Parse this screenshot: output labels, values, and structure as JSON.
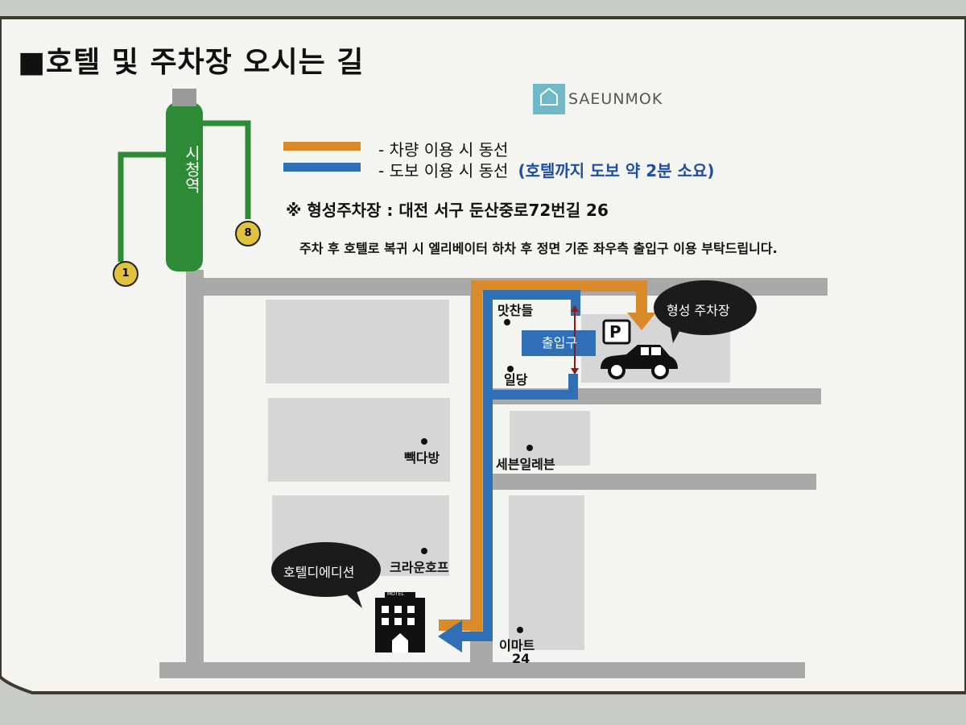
{
  "title": "■호텔 및 주차장 오시는 길",
  "brand": {
    "text": "SAEUNMOK",
    "icon": "house-logo-icon"
  },
  "legend": {
    "car": {
      "label": "- 차량 이용 시 동선",
      "color": "#d98a2b"
    },
    "walk": {
      "label": "- 도보 이용 시 동선",
      "note": "(호텔까지 도보 약 2분 소요)",
      "color": "#2e6fb6"
    }
  },
  "parking_address": "※ 형성주차장 : 대전 서구 둔산중로72번길 26",
  "notice": "주차 후 호텔로 복귀 시 엘리베이터 하차 후 정면 기준 좌우측 출입구 이용 부탁드립니다.",
  "station": {
    "name": "시청역",
    "exits": [
      "1",
      "8"
    ],
    "line_color": "#2e8b35"
  },
  "pois": {
    "matchandle": "맛찬들",
    "ildang": "일당",
    "entrance": "출입구",
    "ppekdabang": "빽다방",
    "seven_eleven": "세븐일레븐",
    "crown_hof": "크라운호프",
    "emart24_line1": "이마트",
    "emart24_line2": "24",
    "parking_sign": "P",
    "motel_sign": "MOTEL"
  },
  "bubbles": {
    "parking": "형성 주차장",
    "hotel": "호텔디에디션"
  }
}
